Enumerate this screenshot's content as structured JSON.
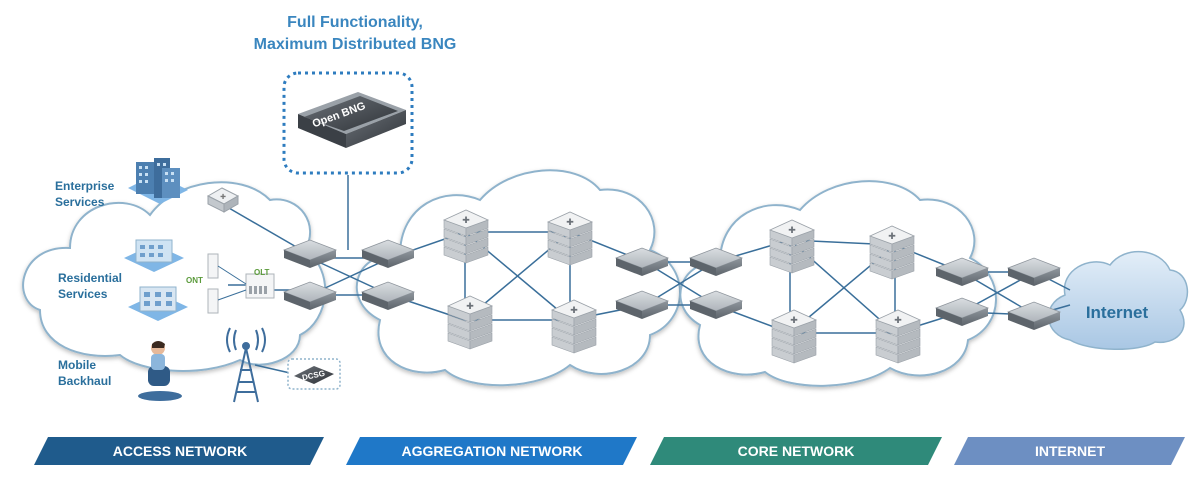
{
  "title": {
    "line1": "Full Functionality,",
    "line2": "Maximum Distributed BNG"
  },
  "device_label": "Open BNG",
  "access": {
    "enterprise": [
      "Enterprise",
      "Services"
    ],
    "residential": [
      "Residential",
      "Services"
    ],
    "mobile": [
      "Mobile",
      "Backhaul"
    ],
    "ont": "ONT",
    "olt": "OLT",
    "dcsg": "DCSG"
  },
  "internet_cloud": "Internet",
  "segments": [
    {
      "label": "ACCESS NETWORK",
      "color": "#1f5b8c"
    },
    {
      "label": "AGGREGATION NETWORK",
      "color": "#1f78c8"
    },
    {
      "label": "CORE NETWORK",
      "color": "#2f8a7a"
    },
    {
      "label": "INTERNET",
      "color": "#6d8fc2"
    }
  ],
  "colors": {
    "cloud_fill": "#ffffff",
    "cloud_stroke": "#8fb3cc",
    "link": "#3a6f9a",
    "dotted_box": "#2e7cbf",
    "title": "#3a86bf"
  }
}
